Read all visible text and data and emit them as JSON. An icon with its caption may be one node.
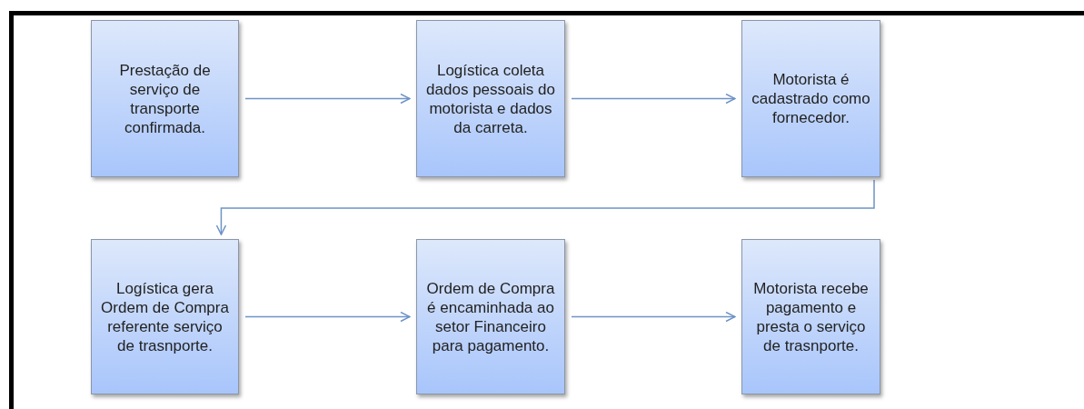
{
  "diagram": {
    "nodes": [
      {
        "text": [
          "Prestação de serviço de transporte confirmada."
        ]
      },
      {
        "text": [
          "Logística coleta dados pessoais do motorista e dados da carreta."
        ]
      },
      {
        "text": [
          "Motorista é cadastrado como fornecedor."
        ]
      },
      {
        "text": [
          "Logística gera Ordem de Compra referente serviço de trasnporte."
        ]
      },
      {
        "text": [
          "Ordem de Compra é encaminhada ao setor Financeiro para pagamento."
        ]
      },
      {
        "text": [
          "Motorista recebe pagamento e presta o serviço de trasnporte."
        ]
      }
    ],
    "edges": [
      {
        "from": 0,
        "to": 1,
        "arrow": "to"
      },
      {
        "from": 1,
        "to": 2,
        "arrow": "to"
      },
      {
        "from": 2,
        "to": 3,
        "arrow": "to"
      },
      {
        "from": 3,
        "to": 4,
        "arrow": "to"
      },
      {
        "from": 4,
        "to": 5,
        "arrow": "to"
      }
    ]
  }
}
